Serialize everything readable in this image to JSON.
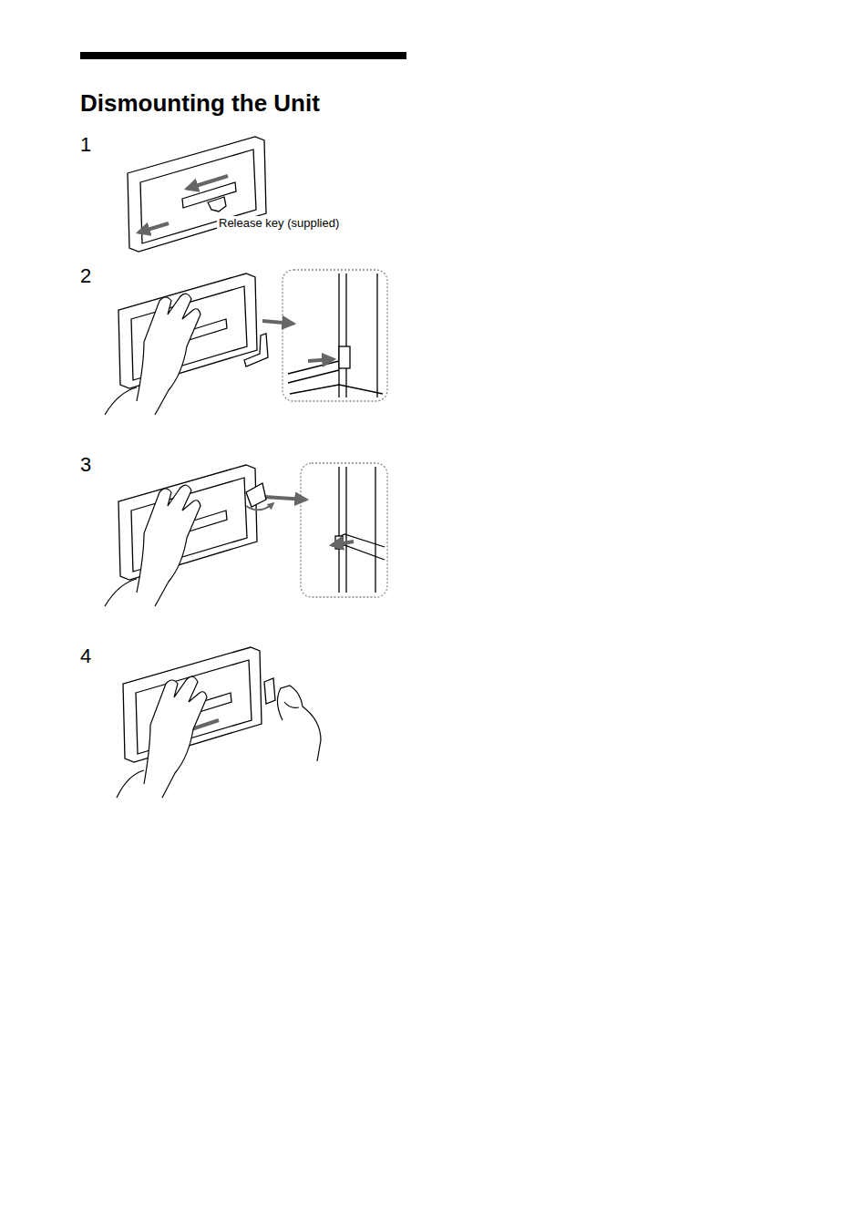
{
  "diagram": {
    "title": "Dismounting the Unit",
    "labels": [
      "1",
      "Release key (supplied)",
      "2",
      "3",
      "4"
    ]
  }
}
